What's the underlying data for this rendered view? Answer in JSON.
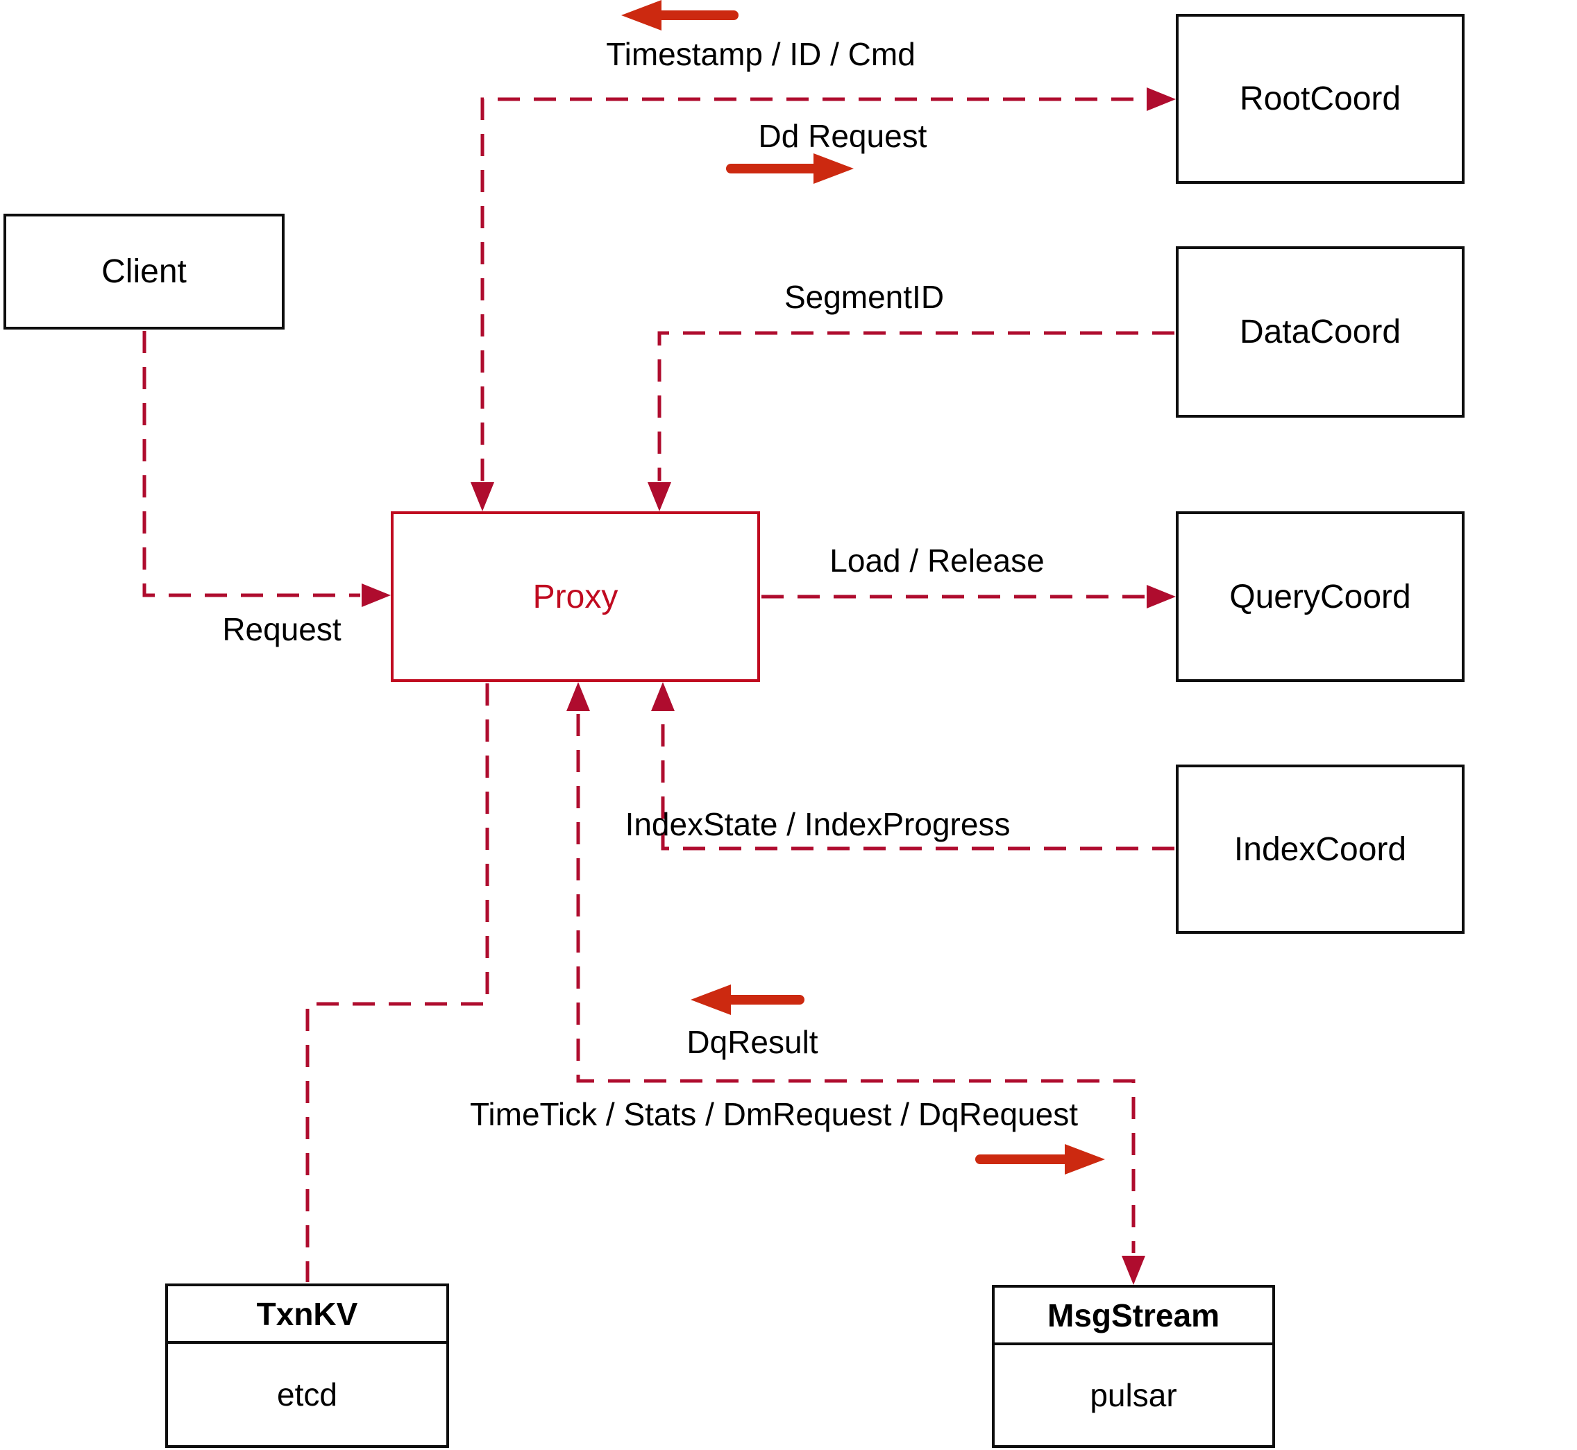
{
  "diagram": {
    "title": "Proxy architecture diagram",
    "colors": {
      "connector_dashed": "#af0c2e",
      "solid_arrow": "#cc2910",
      "node_border": "#0d0d0d",
      "proxy_accent": "#c00a20",
      "background": "#ffffff"
    },
    "nodes": {
      "client": {
        "label": "Client"
      },
      "proxy": {
        "label": "Proxy"
      },
      "root_coord": {
        "label": "RootCoord"
      },
      "data_coord": {
        "label": "DataCoord"
      },
      "query_coord": {
        "label": "QueryCoord"
      },
      "index_coord": {
        "label": "IndexCoord"
      },
      "txn_kv": {
        "label": "TxnKV",
        "impl": "etcd"
      },
      "msg_stream": {
        "label": "MsgStream",
        "impl": "pulsar"
      }
    },
    "edges": {
      "client_to_proxy": {
        "label": "Request"
      },
      "rootcoord_to_proxy": {
        "label": "Timestamp / ID / Cmd"
      },
      "proxy_to_rootcoord": {
        "label": "Dd Request"
      },
      "datacoord_to_proxy": {
        "label": "SegmentID"
      },
      "proxy_to_querycoord": {
        "label": "Load / Release"
      },
      "indexcoord_to_proxy": {
        "label": "IndexState / IndexProgress"
      },
      "msgstream_to_proxy": {
        "label": "DqResult"
      },
      "proxy_to_msgstream": {
        "label": "TimeTick / Stats / DmRequest / DqRequest"
      }
    }
  }
}
